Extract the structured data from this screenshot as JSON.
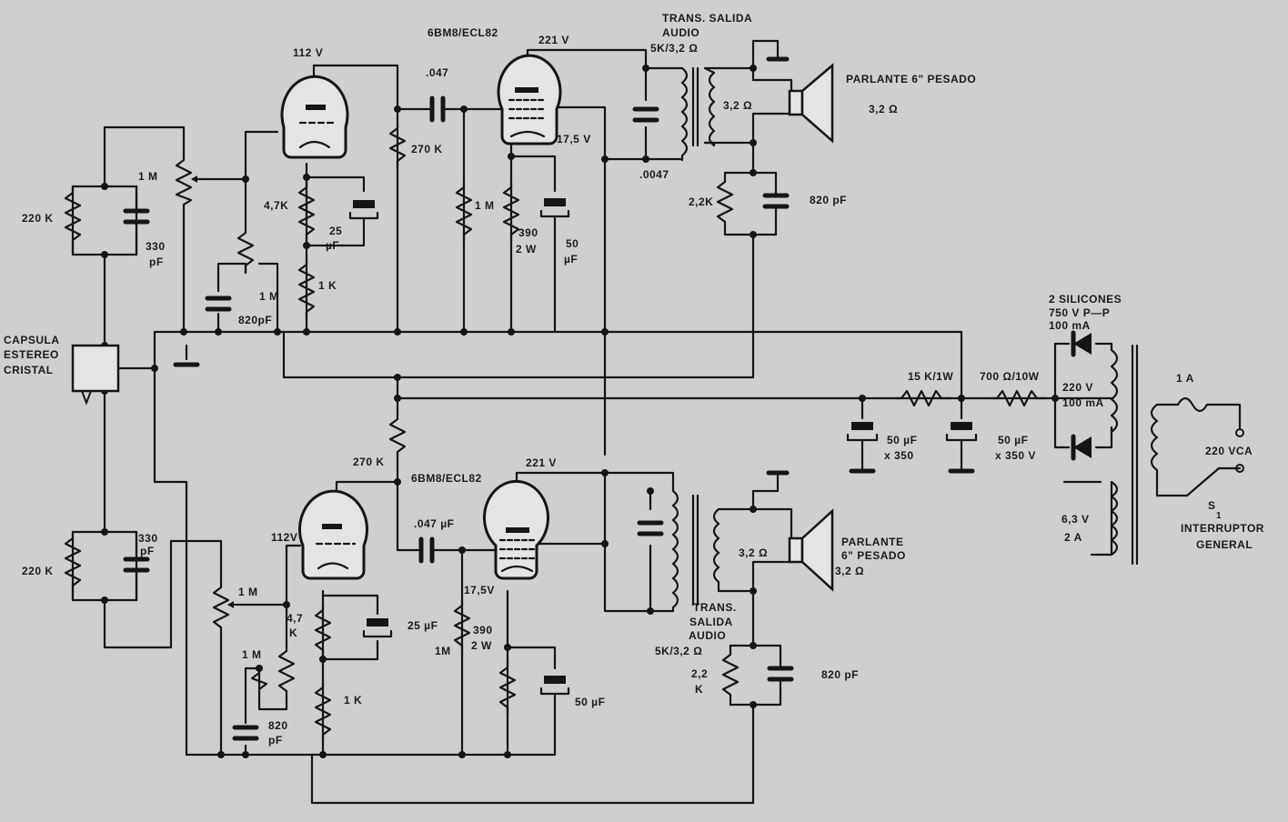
{
  "labels": {
    "tube_top": "6BM8/ECL82",
    "tube_bottom": "6BM8/ECL82",
    "v112_top": "112 V",
    "v112_bottom": "112V",
    "v221_top": "221 V",
    "v221_bottom": "221 V",
    "v175_top": "17,5 V",
    "v175_bottom": "17,5V",
    "cap047_top": ".047",
    "cap047_bottom": ".047 µF",
    "r270k_top": "270 K",
    "r270k_bottom": "270 K",
    "r47k_top": "4,7K",
    "r47k_bottom_a": "4,7",
    "r47k_bottom_b": "K",
    "c25_top_a": "25",
    "c25_top_b": "µF",
    "c25_bottom": "25 µF",
    "r1k_top": "1 K",
    "r1k_bottom": "1 K",
    "r1m_top_pot": "1 M",
    "r1m_top_b": "1 M",
    "r1m_top_grid": "1 M",
    "r1m_bottom_pot": "1 M",
    "r1m_bottom_b": "1 M",
    "r1m_bottom_grid": "1M",
    "c820_top": "820pF",
    "c820_bottom_a": "820",
    "c820_bottom_b": "pF",
    "r390_top_a": "390",
    "r390_top_b": "2 W",
    "r390_bottom_a": "390",
    "r390_bottom_b": "2 W",
    "c50_top_a": "50",
    "c50_top_b": "µF",
    "c50_bottom": "50 µF",
    "cap0047": ".0047",
    "trans_top_1": "TRANS. SALIDA",
    "trans_top_2": "AUDIO",
    "trans_top_3": "5K/3,2 Ω",
    "trans_bottom_1": "TRANS.",
    "trans_bottom_2": "SALIDA",
    "trans_bottom_3": "AUDIO",
    "trans_bottom_4": "5K/3,2 Ω",
    "sec_top": "3,2 Ω",
    "sec_bottom": "3,2 Ω",
    "speaker_top_1": "PARLANTE 6\" PESADO",
    "speaker_top_2": "3,2  Ω",
    "speaker_bottom_1": "PARLANTE",
    "speaker_bottom_2": "6\" PESADO",
    "speaker_bottom_3": "3,2 Ω",
    "r22k_top": "2,2K",
    "r22k_bottom_a": "2,2",
    "r22k_bottom_b": "K",
    "c820fb_top": "820 pF",
    "c820fb_bottom": "820 pF",
    "r220k_top": "220 K",
    "r220k_bottom": "220 K",
    "c330_top_a": "330",
    "c330_top_b": "pF",
    "c330_bottom_a": "330",
    "c330_bottom_b": "pF",
    "cap_1": "CAPSULA",
    "cap_2": "ESTEREO",
    "cap_3": "CRISTAL",
    "r15k": "15 K/1W",
    "r700": "700 Ω/10W",
    "c50a_1": "50 µF",
    "c50a_2": "x 350",
    "c50b_1": "50 µF",
    "c50b_2": "x 350 V",
    "sil_1": "2 SILICONES",
    "sil_2": "750  V  P—P",
    "sil_3": "100 mA",
    "hv_1": "220 V",
    "hv_2": "100 mA",
    "fil_1": "6,3 V",
    "fil_2": "2 A",
    "fuse": "1 A",
    "mains": "220 VCA",
    "switch_s": "S",
    "switch_sub": "1",
    "switch_1": "INTERRUPTOR",
    "switch_2": "GENERAL"
  }
}
